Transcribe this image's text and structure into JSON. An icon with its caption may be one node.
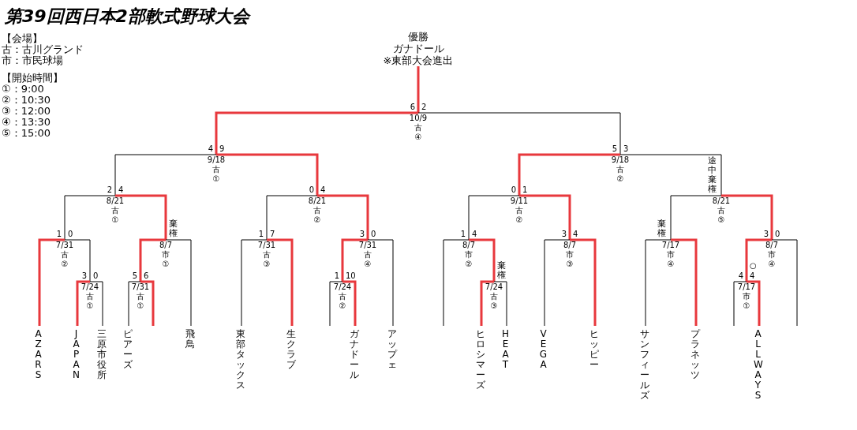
{
  "diagram": {
    "title": "第39回西日本2部軟式野球大会",
    "nodes": [
      {
        "text": [
          "優勝",
          "ガナドール",
          "※東部大会進出"
        ]
      },
      {
        "text": [
          "10/9",
          "古",
          "④"
        ],
        "beside": [
          "6",
          "2"
        ]
      },
      {
        "text": [
          "9/18",
          "古",
          "①"
        ],
        "beside": [
          "4",
          "9"
        ]
      },
      {
        "text": [
          "9/18",
          "古",
          "②"
        ],
        "beside": [
          "5",
          "3"
        ]
      },
      {
        "text": [
          "8/21",
          "古",
          "①"
        ],
        "beside": [
          "2",
          "4"
        ]
      },
      {
        "text": [
          "8/21",
          "古",
          "②"
        ],
        "beside": [
          "0",
          "4"
        ]
      },
      {
        "text": [
          "9/11",
          "古",
          "②"
        ],
        "beside": [
          "0",
          "1"
        ]
      },
      {
        "text": [
          "8/21",
          "古",
          "⑤"
        ],
        "beside": [
          "途中棄権"
        ]
      },
      {
        "text": [
          "7/31",
          "古",
          "②"
        ],
        "beside": [
          "1",
          "0"
        ]
      },
      {
        "text": [
          "8/7",
          "市",
          "①"
        ],
        "beside": [
          "棄権"
        ]
      },
      {
        "text": [
          "7/31",
          "古",
          "③"
        ],
        "beside": [
          "1",
          "7"
        ]
      },
      {
        "text": [
          "7/31",
          "古",
          "④"
        ],
        "beside": [
          "3",
          "0"
        ]
      },
      {
        "text": [
          "8/7",
          "市",
          "②"
        ],
        "beside": [
          "1",
          "4"
        ]
      },
      {
        "text": [
          "8/7",
          "市",
          "③"
        ],
        "beside": [
          "3",
          "4"
        ]
      },
      {
        "text": [
          "7/17",
          "市",
          "④"
        ],
        "beside": [
          "棄権"
        ]
      },
      {
        "text": [
          "8/7",
          "市",
          "④"
        ],
        "beside": [
          "3",
          "0"
        ]
      },
      {
        "text": [
          "7/24",
          "古",
          "①"
        ],
        "beside": [
          "3",
          "0"
        ]
      },
      {
        "text": [
          "7/31",
          "古",
          "①"
        ],
        "beside": [
          "5",
          "6"
        ]
      },
      {
        "text": [
          "7/24",
          "古",
          "②"
        ],
        "beside": [
          "1",
          "10"
        ]
      },
      {
        "text": [
          "7/24",
          "古",
          "③"
        ],
        "beside": [
          "棄権"
        ]
      },
      {
        "text": [
          "7/17",
          "市",
          "①"
        ],
        "beside": [
          "4",
          "○",
          "4"
        ]
      },
      {
        "text": [
          "AZARS"
        ]
      },
      {
        "text": [
          "JAPAN"
        ]
      },
      {
        "text": [
          "三原市役所"
        ]
      },
      {
        "text": [
          "ピアーズ"
        ]
      },
      {
        "text": [
          "飛鳥"
        ]
      },
      {
        "text": [
          "東部タックス"
        ]
      },
      {
        "text": [
          "生クラブ"
        ]
      },
      {
        "text": [
          "ガナドール"
        ]
      },
      {
        "text": [
          "アップェ"
        ]
      },
      {
        "text": [
          "ヒロシマーズ"
        ]
      },
      {
        "text": [
          "HEAT"
        ]
      },
      {
        "text": [
          "VEGA"
        ]
      },
      {
        "text": [
          "ヒッピー"
        ]
      },
      {
        "text": [
          "サンフィールズ"
        ]
      },
      {
        "text": [
          "プラネッツ"
        ]
      },
      {
        "text": [
          "ALLWAYS"
        ]
      }
    ],
    "edges": [
      {
        "from": 1,
        "to": 0,
        "arrow": "none"
      },
      {
        "from": 2,
        "to": 1,
        "arrow": "none"
      },
      {
        "from": 3,
        "to": 1,
        "arrow": "none",
        "color": "#000000"
      },
      {
        "from": 4,
        "to": 2,
        "arrow": "none",
        "color": "#000000"
      },
      {
        "from": 5,
        "to": 2,
        "arrow": "none"
      },
      {
        "from": 6,
        "to": 3,
        "arrow": "none"
      },
      {
        "from": 7,
        "to": 3,
        "arrow": "none",
        "color": "#000000"
      },
      {
        "from": 8,
        "to": 4,
        "arrow": "none",
        "color": "#000000"
      },
      {
        "from": 9,
        "to": 4,
        "arrow": "none"
      },
      {
        "from": 10,
        "to": 5,
        "arrow": "none",
        "color": "#000000"
      },
      {
        "from": 11,
        "to": 5,
        "arrow": "none"
      },
      {
        "from": 12,
        "to": 6,
        "arrow": "none",
        "color": "#000000"
      },
      {
        "from": 13,
        "to": 6,
        "arrow": "none"
      },
      {
        "from": 14,
        "to": 7,
        "arrow": "none",
        "color": "#000000"
      },
      {
        "from": 15,
        "to": 7,
        "arrow": "none"
      },
      {
        "from": 21,
        "to": 8,
        "arrow": "none"
      },
      {
        "from": 16,
        "to": 8,
        "arrow": "none",
        "color": "#000000"
      },
      {
        "from": 17,
        "to": 9,
        "arrow": "none"
      },
      {
        "from": 25,
        "to": 9,
        "arrow": "none",
        "color": "#000000"
      },
      {
        "from": 26,
        "to": 10,
        "arrow": "none",
        "color": "#000000"
      },
      {
        "from": 27,
        "to": 10,
        "arrow": "none"
      },
      {
        "from": 18,
        "to": 11,
        "arrow": "none"
      },
      {
        "from": 29,
        "to": 11,
        "arrow": "none",
        "color": "#000000"
      },
      {
        "from": null,
        "to": 12,
        "arrow": "none",
        "color": "#000000"
      },
      {
        "from": 19,
        "to": 12,
        "arrow": "none"
      },
      {
        "from": 32,
        "to": 13,
        "arrow": "none",
        "color": "#000000"
      },
      {
        "from": 33,
        "to": 13,
        "arrow": "none"
      },
      {
        "from": 34,
        "to": 14,
        "arrow": "none",
        "color": "#000000"
      },
      {
        "from": 35,
        "to": 14,
        "arrow": "none"
      },
      {
        "from": 20,
        "to": 15,
        "arrow": "none"
      },
      {
        "from": null,
        "to": 15,
        "arrow": "none",
        "color": "#000000"
      },
      {
        "from": 22,
        "to": 16,
        "arrow": "none"
      },
      {
        "from": 23,
        "to": 16,
        "arrow": "none",
        "color": "#000000"
      },
      {
        "from": 24,
        "to": 17,
        "arrow": "none",
        "color": "#000000"
      },
      {
        "from": null,
        "to": 17,
        "arrow": "none"
      },
      {
        "from": null,
        "to": 18,
        "arrow": "none",
        "color": "#000000"
      },
      {
        "from": 28,
        "to": 18,
        "arrow": "none"
      },
      {
        "from": 30,
        "to": 19,
        "arrow": "none"
      },
      {
        "from": 31,
        "to": 19,
        "arrow": "none",
        "color": "#000000"
      },
      {
        "from": null,
        "to": 20,
        "arrow": "none",
        "color": "#000000"
      },
      {
        "from": 36,
        "to": 20,
        "arrow": "none"
      }
    ],
    "labels": [
      "【会場】",
      "古：古川グランド",
      "市：市民球場",
      "【開始時間】",
      "①：9:00",
      "②：10:30",
      "③：12:00",
      "④：13:30",
      "⑤：15:00"
    ]
  }
}
